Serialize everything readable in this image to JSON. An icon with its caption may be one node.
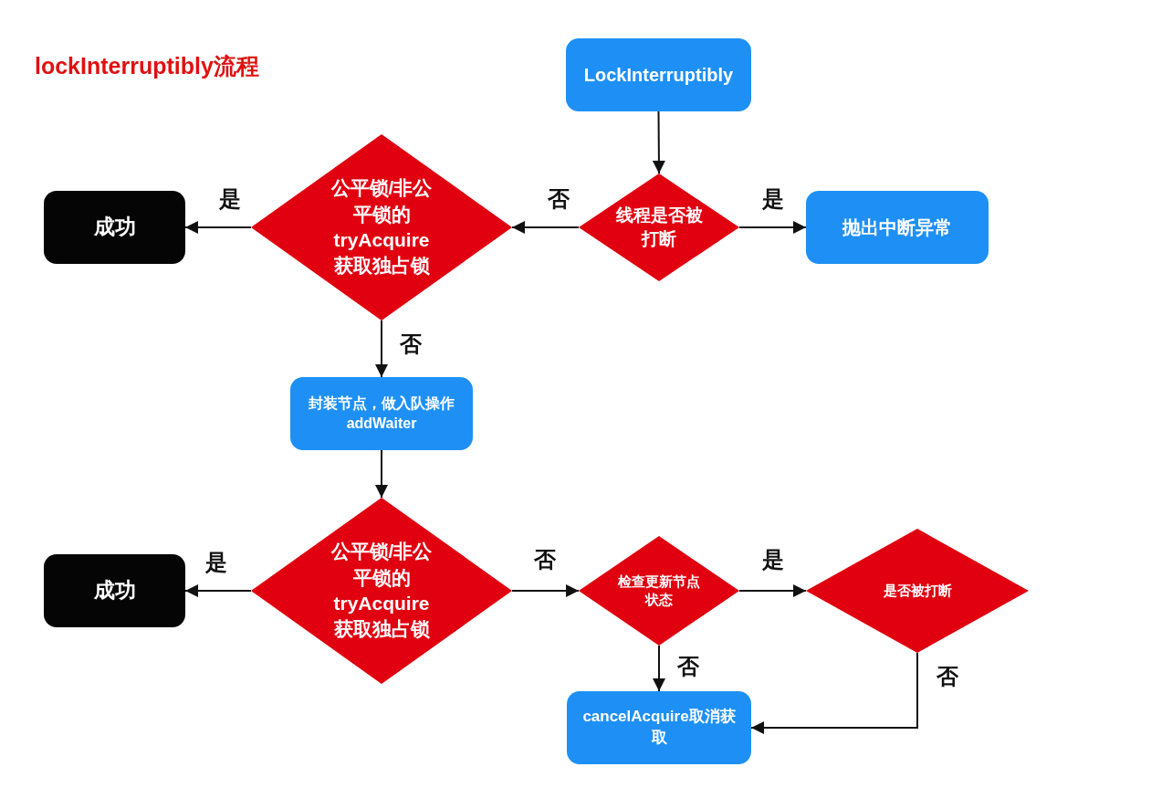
{
  "diagram": {
    "title": "lockInterruptibly流程",
    "nodes": [
      {
        "text": [
          "LockInterruptibly"
        ]
      },
      {
        "text": [
          "线程是否被打断"
        ]
      },
      {
        "text": [
          "抛出中断异常"
        ]
      },
      {
        "text": [
          "公平锁/非公平锁的 tryAcquire 获取独占锁"
        ]
      },
      {
        "text": [
          "成功"
        ]
      },
      {
        "text": [
          "封装节点，做入队操作 addWaiter"
        ]
      },
      {
        "text": [
          "公平锁/非公平锁的 tryAcquire 获取独占锁"
        ]
      },
      {
        "text": [
          "成功"
        ]
      },
      {
        "text": [
          "检查更新节点状态"
        ]
      },
      {
        "text": [
          "是否被打断"
        ]
      },
      {
        "text": [
          "cancelAcquire取消获取"
        ]
      }
    ],
    "edges": [
      {
        "from": 0,
        "to": 1,
        "arrow": "to"
      },
      {
        "from": 1,
        "to": 3,
        "arrow": "to",
        "label": "否"
      },
      {
        "from": 1,
        "to": 2,
        "arrow": "to",
        "label": "是"
      },
      {
        "from": 3,
        "to": 4,
        "arrow": "to",
        "label": "是"
      },
      {
        "from": 3,
        "to": 5,
        "arrow": "to",
        "label": "否"
      },
      {
        "from": 5,
        "to": 6,
        "arrow": "to"
      },
      {
        "from": 6,
        "to": 7,
        "arrow": "to",
        "label": "是"
      },
      {
        "from": 6,
        "to": 8,
        "arrow": "to",
        "label": "否"
      },
      {
        "from": 8,
        "to": 9,
        "arrow": "to",
        "label": "是"
      },
      {
        "from": 8,
        "to": 10,
        "arrow": "to",
        "label": "否"
      },
      {
        "from": 9,
        "to": 10,
        "arrow": "to",
        "label": "否"
      }
    ]
  }
}
